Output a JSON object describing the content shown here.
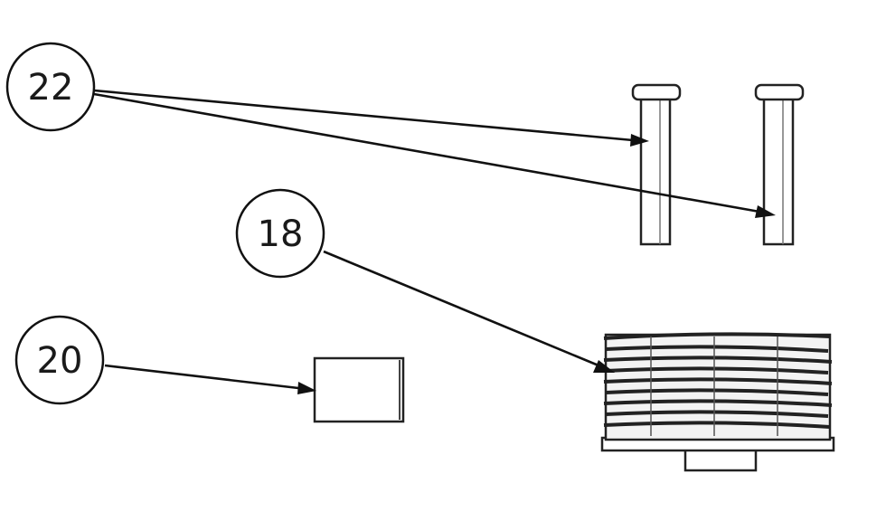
{
  "diagram": {
    "callouts": [
      {
        "id": "callout-22",
        "label": "22"
      },
      {
        "id": "callout-18",
        "label": "18"
      },
      {
        "id": "callout-20",
        "label": "20"
      }
    ],
    "colors": {
      "line": "#111111",
      "background": "#ffffff"
    }
  }
}
